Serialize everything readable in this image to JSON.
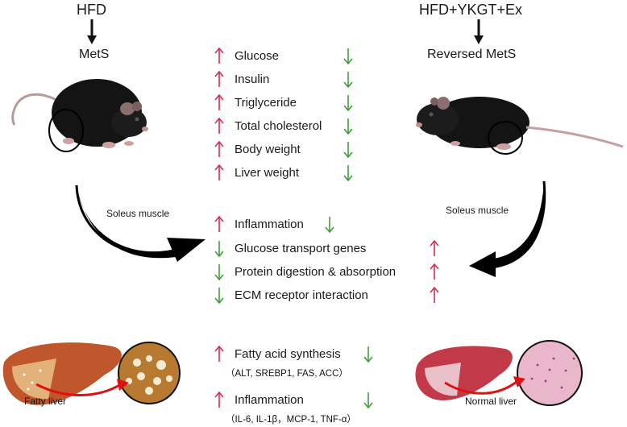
{
  "left": {
    "condition": "HFD",
    "state": "MetS",
    "muscle_label": "Soleus muscle",
    "liver_label": "Fatty liver"
  },
  "right": {
    "condition": "HFD+YKGT+Ex",
    "state": "Reversed MetS",
    "muscle_label": "Soleus muscle",
    "liver_label": "Normal liver"
  },
  "metabolic_markers": [
    {
      "label": "Glucose",
      "left": "up",
      "right": "down"
    },
    {
      "label": "Insulin",
      "left": "up",
      "right": "down"
    },
    {
      "label": "Triglyceride",
      "left": "up",
      "right": "down"
    },
    {
      "label": "Total cholesterol",
      "left": "up",
      "right": "down"
    },
    {
      "label": "Body weight",
      "left": "up",
      "right": "down"
    },
    {
      "label": "Liver weight",
      "left": "up",
      "right": "down"
    }
  ],
  "muscle_markers": [
    {
      "label": "Inflammation",
      "left": "up",
      "right": "down"
    },
    {
      "label": "Glucose transport genes",
      "left": "down",
      "right": "up"
    },
    {
      "label": "Protein digestion & absorption",
      "left": "down",
      "right": "up"
    },
    {
      "label": "ECM receptor interaction",
      "left": "down",
      "right": "up"
    }
  ],
  "liver_markers": [
    {
      "label": "Fatty acid synthesis",
      "detail": "（ALT, SREBP1, FAS, ACC）",
      "left": "up",
      "right": "down"
    },
    {
      "label": "Inflammation",
      "detail": "（IL-6, IL-1β，MCP-1, TNF-α）",
      "left": "up",
      "right": "down"
    }
  ],
  "colors": {
    "up": "#d62b4e",
    "down": "#3f9e3a",
    "mouse": "#141414",
    "liver": "#c0562b"
  }
}
